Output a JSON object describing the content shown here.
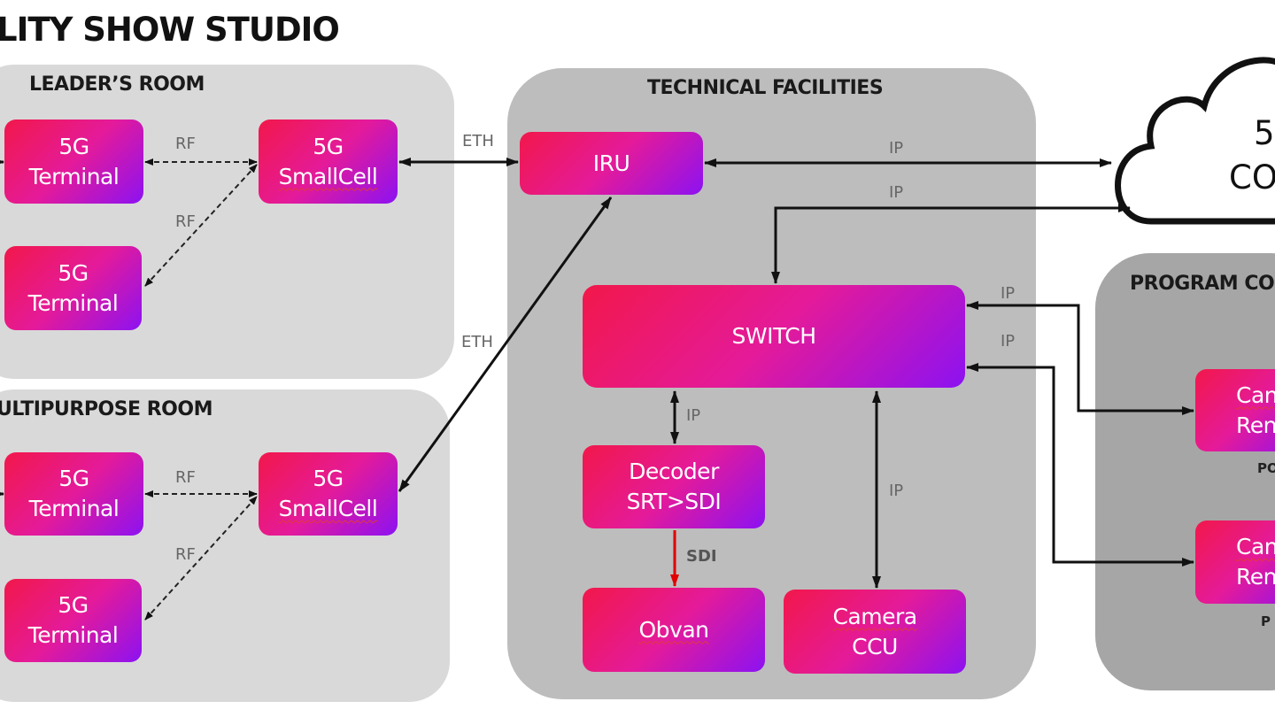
{
  "title": "LITY SHOW STUDIO",
  "colors": {
    "node_gradient": [
      "#f2184a",
      "#e41a9a",
      "#8c12f2"
    ],
    "room_panel": "#d9d9d9",
    "technical_panel": "#bdbdbd",
    "program_panel": "#a6a6a6",
    "sdi_link": "#e00000"
  },
  "rooms": {
    "leader": {
      "label": "LEADER’S ROOM",
      "terminal_a": [
        "5G",
        "Terminal"
      ],
      "terminal_b": [
        "5G",
        "Terminal"
      ],
      "smallcell": [
        "5G",
        "SmallCell"
      ],
      "rf_a": "RF",
      "rf_b": "RF"
    },
    "multipurpose": {
      "label": "ULTIPURPOSE ROOM",
      "terminal_a": [
        "5G",
        "Terminal"
      ],
      "terminal_b": [
        "5G",
        "Terminal"
      ],
      "smallcell": [
        "5G",
        "SmallCell"
      ],
      "rf_a": "RF",
      "rf_b": "RF"
    }
  },
  "technical": {
    "label": "TECHNICAL FACILITIES",
    "iru": "IRU",
    "switch": "SWITCH",
    "decoder": [
      "Decoder",
      "SRT>SDI"
    ],
    "obvan": "Obvan",
    "camera_ccu": [
      "Camera",
      "CCU"
    ]
  },
  "cloud": [
    "5",
    "CO"
  ],
  "program": {
    "label": "PROGRAM CO",
    "cam_a": [
      "Can",
      "Ren"
    ],
    "cam_a_sub": "PO",
    "cam_b": [
      "Can",
      "Ren"
    ],
    "cam_b_sub": "P"
  },
  "links": {
    "eth_top": "ETH",
    "eth_diag": "ETH",
    "ip_iru_cloud": "IP",
    "ip_switch_cloud": "IP",
    "ip_prog_a": "IP",
    "ip_prog_b": "IP",
    "ip_decoder": "IP",
    "ip_ccu": "IP",
    "sdi": "SDI"
  }
}
